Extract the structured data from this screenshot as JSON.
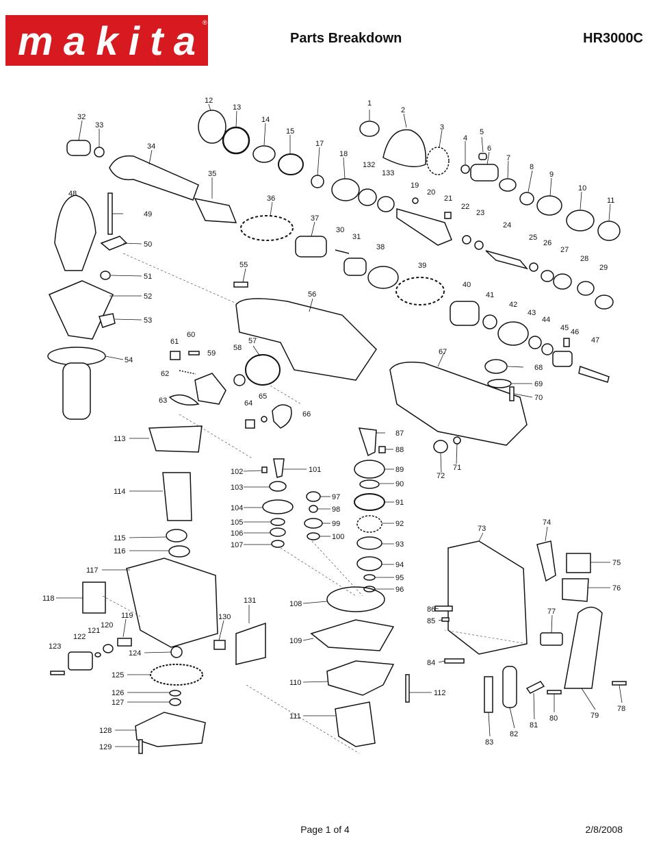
{
  "header": {
    "brand": "makita",
    "title": "Parts Breakdown",
    "model": "HR3000C"
  },
  "footer": {
    "page": "Page 1 of 4",
    "date": "2/8/2008"
  },
  "part_labels": [
    "1",
    "2",
    "3",
    "4",
    "5",
    "6",
    "7",
    "8",
    "9",
    "10",
    "11",
    "12",
    "13",
    "14",
    "15",
    "17",
    "18",
    "132",
    "133",
    "19",
    "20",
    "21",
    "22",
    "23",
    "24",
    "25",
    "26",
    "27",
    "28",
    "29",
    "32",
    "33",
    "34",
    "35",
    "36",
    "37",
    "30",
    "31",
    "38",
    "39",
    "40",
    "41",
    "42",
    "43",
    "44",
    "45",
    "46",
    "47",
    "48",
    "49",
    "50",
    "51",
    "52",
    "53",
    "54",
    "55",
    "56",
    "57",
    "58",
    "59",
    "60",
    "61",
    "62",
    "63",
    "64",
    "65",
    "66",
    "67",
    "68",
    "69",
    "70",
    "71",
    "72",
    "87",
    "88",
    "89",
    "90",
    "91",
    "92",
    "93",
    "94",
    "95",
    "96",
    "97",
    "98",
    "99",
    "100",
    "101",
    "102",
    "103",
    "104",
    "105",
    "106",
    "107",
    "108",
    "109",
    "110",
    "111",
    "112",
    "113",
    "114",
    "115",
    "116",
    "117",
    "118",
    "119",
    "120",
    "121",
    "122",
    "123",
    "124",
    "125",
    "126",
    "127",
    "128",
    "129",
    "130",
    "131",
    "73",
    "74",
    "75",
    "76",
    "77",
    "78",
    "79",
    "80",
    "81",
    "82",
    "83",
    "84",
    "85",
    "86"
  ]
}
